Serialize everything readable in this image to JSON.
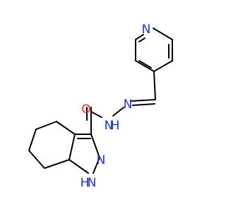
{
  "molecule": {
    "atoms": {
      "pyridine_n": {
        "label": "N",
        "color": "#1f2fff"
      },
      "hydrazone_n1": {
        "label": "N",
        "color": "#1f2fff"
      },
      "hydrazone_n2": {
        "label": "N",
        "color": "#1f2fff"
      },
      "amide_n": {
        "label": "N",
        "color": "#1f2fff"
      },
      "amide_h": {
        "label": "H",
        "color": "#1f2fff"
      },
      "carbonyl_o": {
        "label": "O",
        "color": "#ff1f1f"
      },
      "ring_n": {
        "label": "N",
        "color": "#1f2fff"
      },
      "ring_nh": {
        "label": "N",
        "color": "#1f2fff"
      },
      "ring_h": {
        "label": "H",
        "color": "#1f2fff"
      }
    },
    "colors": {
      "bond": "#000000",
      "nitrogen": "#1f2fff",
      "oxygen": "#ff1f1f"
    }
  }
}
